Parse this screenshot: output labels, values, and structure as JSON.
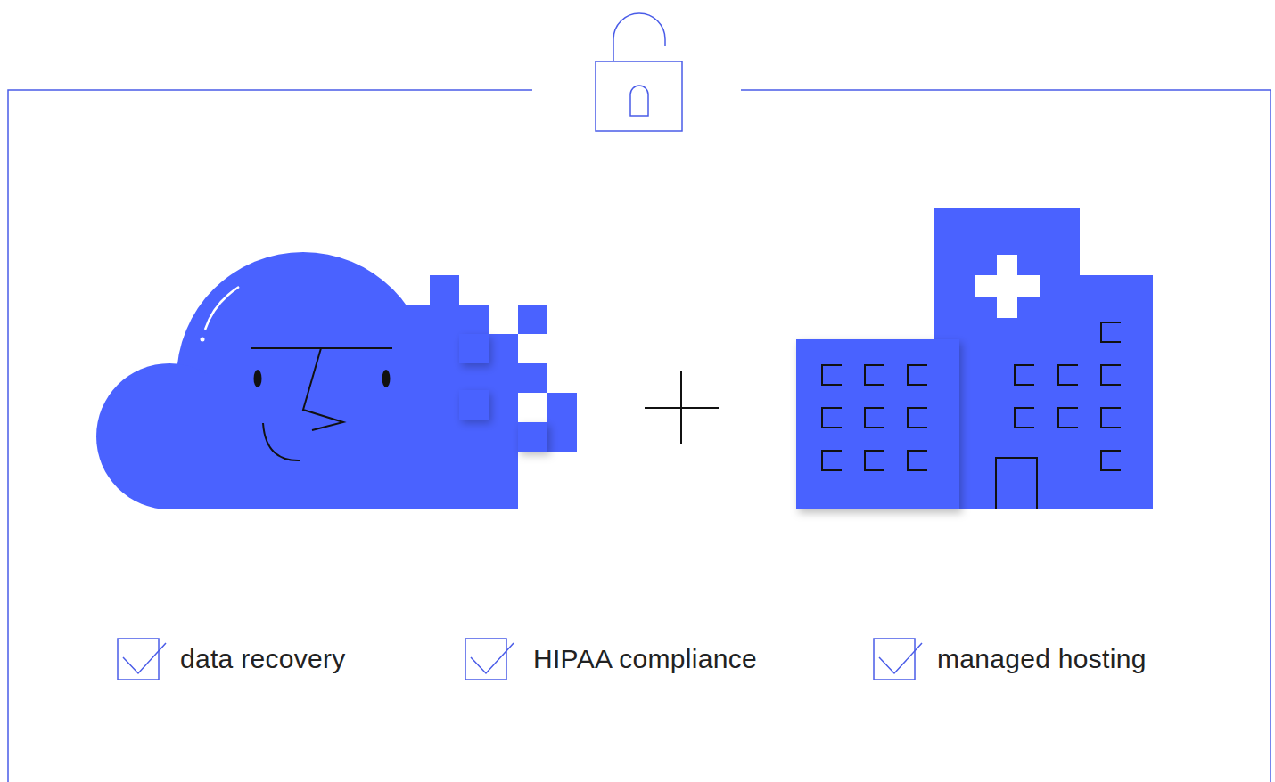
{
  "diagram": {
    "labels": [
      "data recovery",
      "HIPAA compliance",
      "managed hosting"
    ]
  }
}
